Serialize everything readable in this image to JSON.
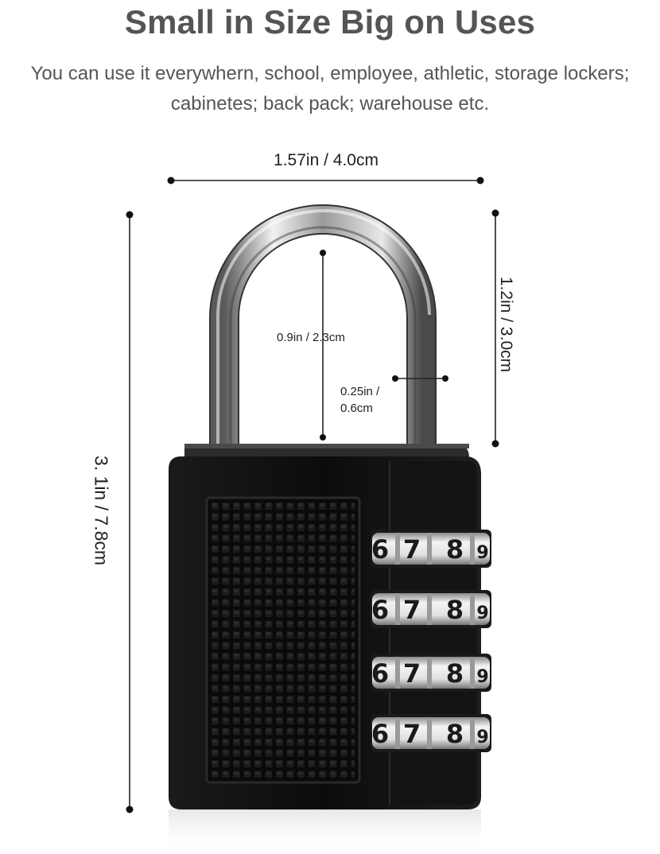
{
  "header": {
    "title": "Small in Size Big on Uses",
    "subtitle_line1": "You can use it everywhern, school, employee, athletic, storage lockers;",
    "subtitle_line2": "cabinetes; back pack; warehouse etc."
  },
  "dimensions": {
    "width": "1.57in / 4.0cm",
    "shackle_height": "1.2in / 3.0cm",
    "total_height": "3. 1in / 7.8cm",
    "shackle_inner": "0.9in / 2.3cm",
    "shackle_thickness_line1": "0.25in /",
    "shackle_thickness_line2": "0.6cm"
  },
  "dials": [
    {
      "digits": [
        "6",
        "7",
        "8",
        "9"
      ]
    },
    {
      "digits": [
        "6",
        "7",
        "8",
        "9"
      ]
    },
    {
      "digits": [
        "6",
        "7",
        "8",
        "9"
      ]
    },
    {
      "digits": [
        "6",
        "7",
        "8",
        "9"
      ]
    }
  ],
  "colors": {
    "body": "#0d0d0f",
    "chrome": "#c8c8c8",
    "text": "#555555"
  }
}
